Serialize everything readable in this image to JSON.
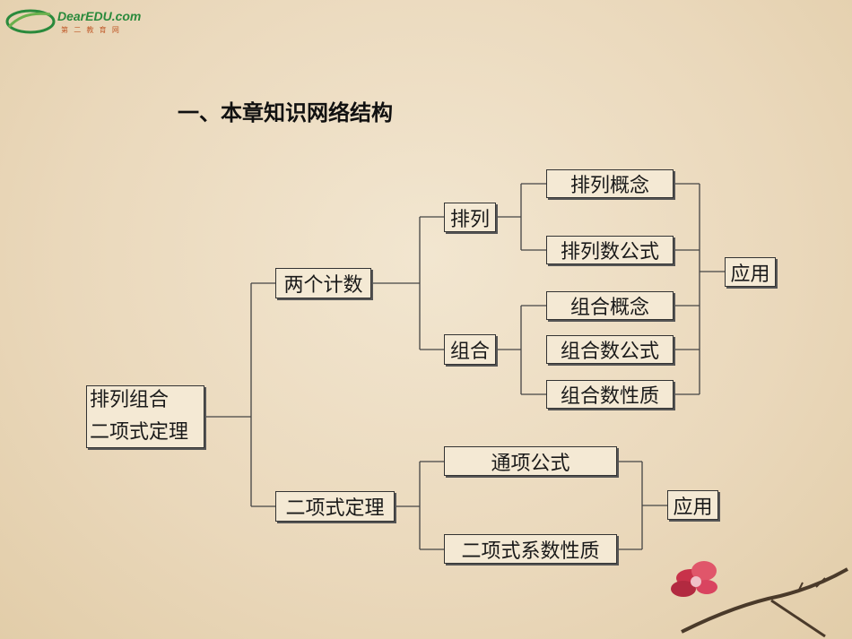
{
  "logo": {
    "brand": "DearEDU.com",
    "sub": "第 二 教 育 网"
  },
  "title": "一、本章知识网络结构",
  "nodes": {
    "root_line1": "排列组合",
    "root_line2": "二项式定理",
    "counting": "两个计数",
    "binomial": "二项式定理",
    "permutation": "排列",
    "combination": "组合",
    "perm_concept": "排列概念",
    "perm_formula": "排列数公式",
    "comb_concept": "组合概念",
    "comb_formula": "组合数公式",
    "comb_property": "组合数性质",
    "application_1": "应用",
    "general_term": "通项公式",
    "coeff_property": "二项式系数性质",
    "application_2": "应用"
  }
}
